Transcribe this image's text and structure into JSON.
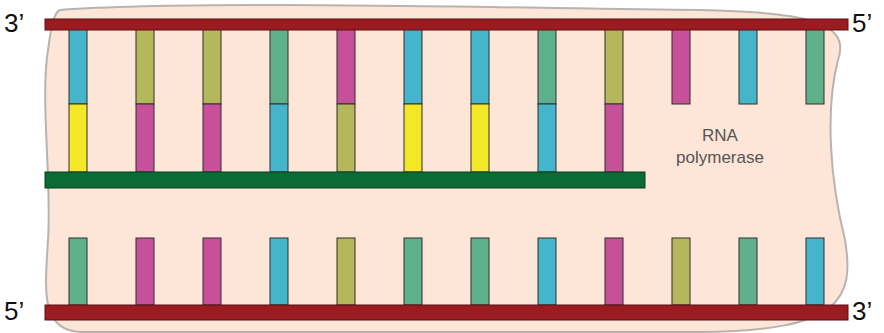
{
  "diagram": {
    "nodes": [
      {
        "text": [
          "RNA polymerase"
        ]
      }
    ],
    "labels": [
      "3’",
      "5’",
      "5’",
      "3’"
    ]
  }
}
